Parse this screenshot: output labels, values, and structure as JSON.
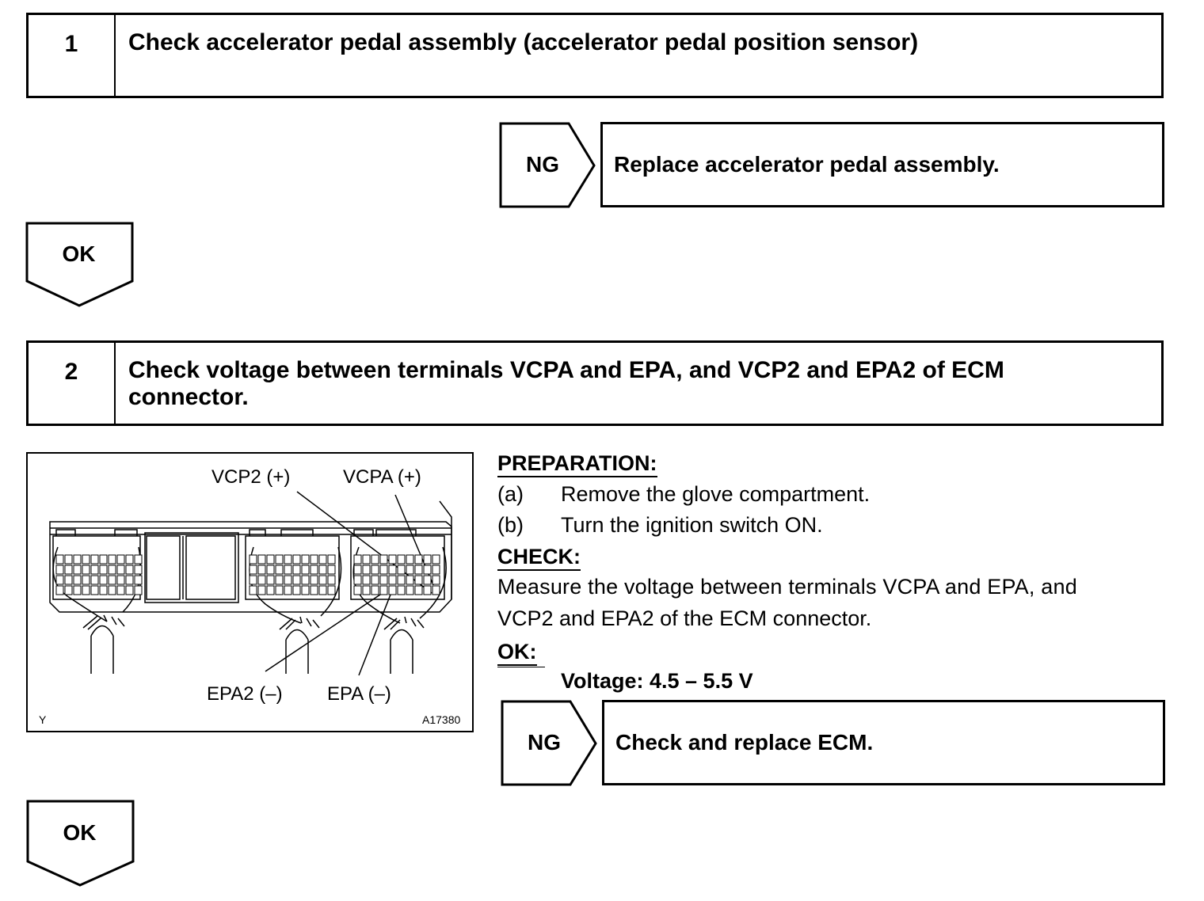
{
  "step1": {
    "number": "1",
    "title": "Check accelerator pedal assembly (accelerator pedal position sensor)",
    "ng_label": "NG",
    "ng_action": "Replace accelerator pedal assembly.",
    "ok_label": "OK"
  },
  "step2": {
    "number": "2",
    "title_line1": "Check voltage between terminals VCPA and EPA, and VCP2 and EPA2 of ECM",
    "title_line2": "connector.",
    "preparation_heading": "PREPARATION:",
    "prep_items": [
      {
        "letter": "(a)",
        "text": "Remove the glove compartment."
      },
      {
        "letter": "(b)",
        "text": "Turn the ignition switch ON."
      }
    ],
    "check_heading": "CHECK:",
    "check_line1": "Measure the voltage between terminals VCPA and EPA, and",
    "check_line2": "VCP2 and EPA2 of the ECM connector.",
    "ok_heading": "OK:",
    "ok_spec": "Voltage: 4.5 – 5.5 V",
    "ng_label": "NG",
    "ng_action": "Check and replace ECM.",
    "ok_label": "OK"
  },
  "diagram": {
    "label_vcp2": "VCP2 (+)",
    "label_vcpa": "VCPA (+)",
    "label_epa2": "EPA2 (–)",
    "label_epa": "EPA (–)",
    "corner_left": "Y",
    "figure_id": "A17380"
  }
}
